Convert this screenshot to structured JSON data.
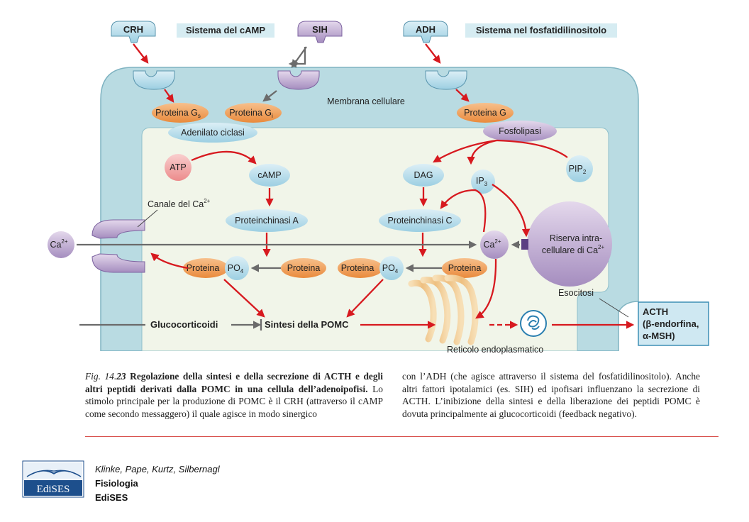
{
  "diagram": {
    "hormones": {
      "crh": "CRH",
      "sih": "SIH",
      "adh": "ADH"
    },
    "headers": {
      "camp_system": "Sistema del cAMP",
      "pi_system": "Sistema nel fosfatidilinositolo"
    },
    "membrane_label": "Membrana cellulare",
    "proteins": {
      "gs_main": "Proteina G",
      "gs_sub": "s",
      "gi_main": "Proteina G",
      "gi_sub": "i",
      "g": "Proteina G"
    },
    "enzymes": {
      "adenylate_cyclase": "Adenilato ciclasi",
      "phospholipase": "Fosfolipasi"
    },
    "messengers": {
      "atp": "ATP",
      "camp": "cAMP",
      "dag": "DAG",
      "ip3_main": "IP",
      "ip3_sub": "3",
      "pip2_main": "PIP",
      "pip2_sub": "2"
    },
    "kinases": {
      "pka": "Proteinchinasi A",
      "pkc": "Proteinchinasi C"
    },
    "calcium": {
      "channel_label": "Canale del Ca",
      "channel_sup": "2+",
      "ext_main": "Ca",
      "ext_sup": "2+",
      "int_main": "Ca",
      "int_sup": "2+",
      "store_line1": "Riserva intra-",
      "store_line2": "cellulare di Ca",
      "store_sup": "2+"
    },
    "phospho": {
      "left_protein": "Proteina",
      "left_po4": "PO",
      "left_po4_sub": "4",
      "left_source": "Proteina",
      "right_protein": "Proteina",
      "right_po4": "PO",
      "right_po4_sub": "4",
      "right_source": "Proteina"
    },
    "glucocorticoids": "Glucocorticoidi",
    "pomc_synthesis": "Sintesi della POMC",
    "er_label": "Reticolo endoplasmatico",
    "exocytosis": "Esocitosi",
    "output": {
      "line1": "ACTH",
      "line2": "(β-endorfina,",
      "line3": "α-MSH)"
    }
  },
  "caption": {
    "fig_prefix": "Fig. 14.",
    "fig_number": "23",
    "title": "Regolazione della sintesi e della secrezione di ACTH e degli altri peptidi derivati dalla POMC in una cellula dell’adenoipofisi.",
    "text_left": "Lo stimolo principale per la produzione di POMC è il CRH (attraverso il cAMP come secondo messaggero) il quale agisce in modo sinergico",
    "text_right": "con l’ADH (che agisce attraverso il sistema del fosfatidilinositolo). Anche altri fattori ipotalamici (es. SIH) ed ipofisari influenzano la secrezione di ACTH. L’inibizione della sintesi e della liberazione dei peptidi POMC è dovuta principalmente ai glucocorticoidi (feedback negativo)."
  },
  "publisher": {
    "logo_text": "EdiSES",
    "authors": "Klinke, Pape, Kurtz, Silbernagl",
    "book": "Fisiologia",
    "name": "EdiSES"
  },
  "colors": {
    "membrane": "#b9dbe2",
    "cytoplasm": "#f1f5e9",
    "arrow_red": "#d7191f",
    "arrow_gray": "#6b6b6b",
    "orange": "#f0a060",
    "blue_oval": "#b7dcea",
    "purple": "#c6b2d4",
    "accent_red": "#d9534f"
  }
}
